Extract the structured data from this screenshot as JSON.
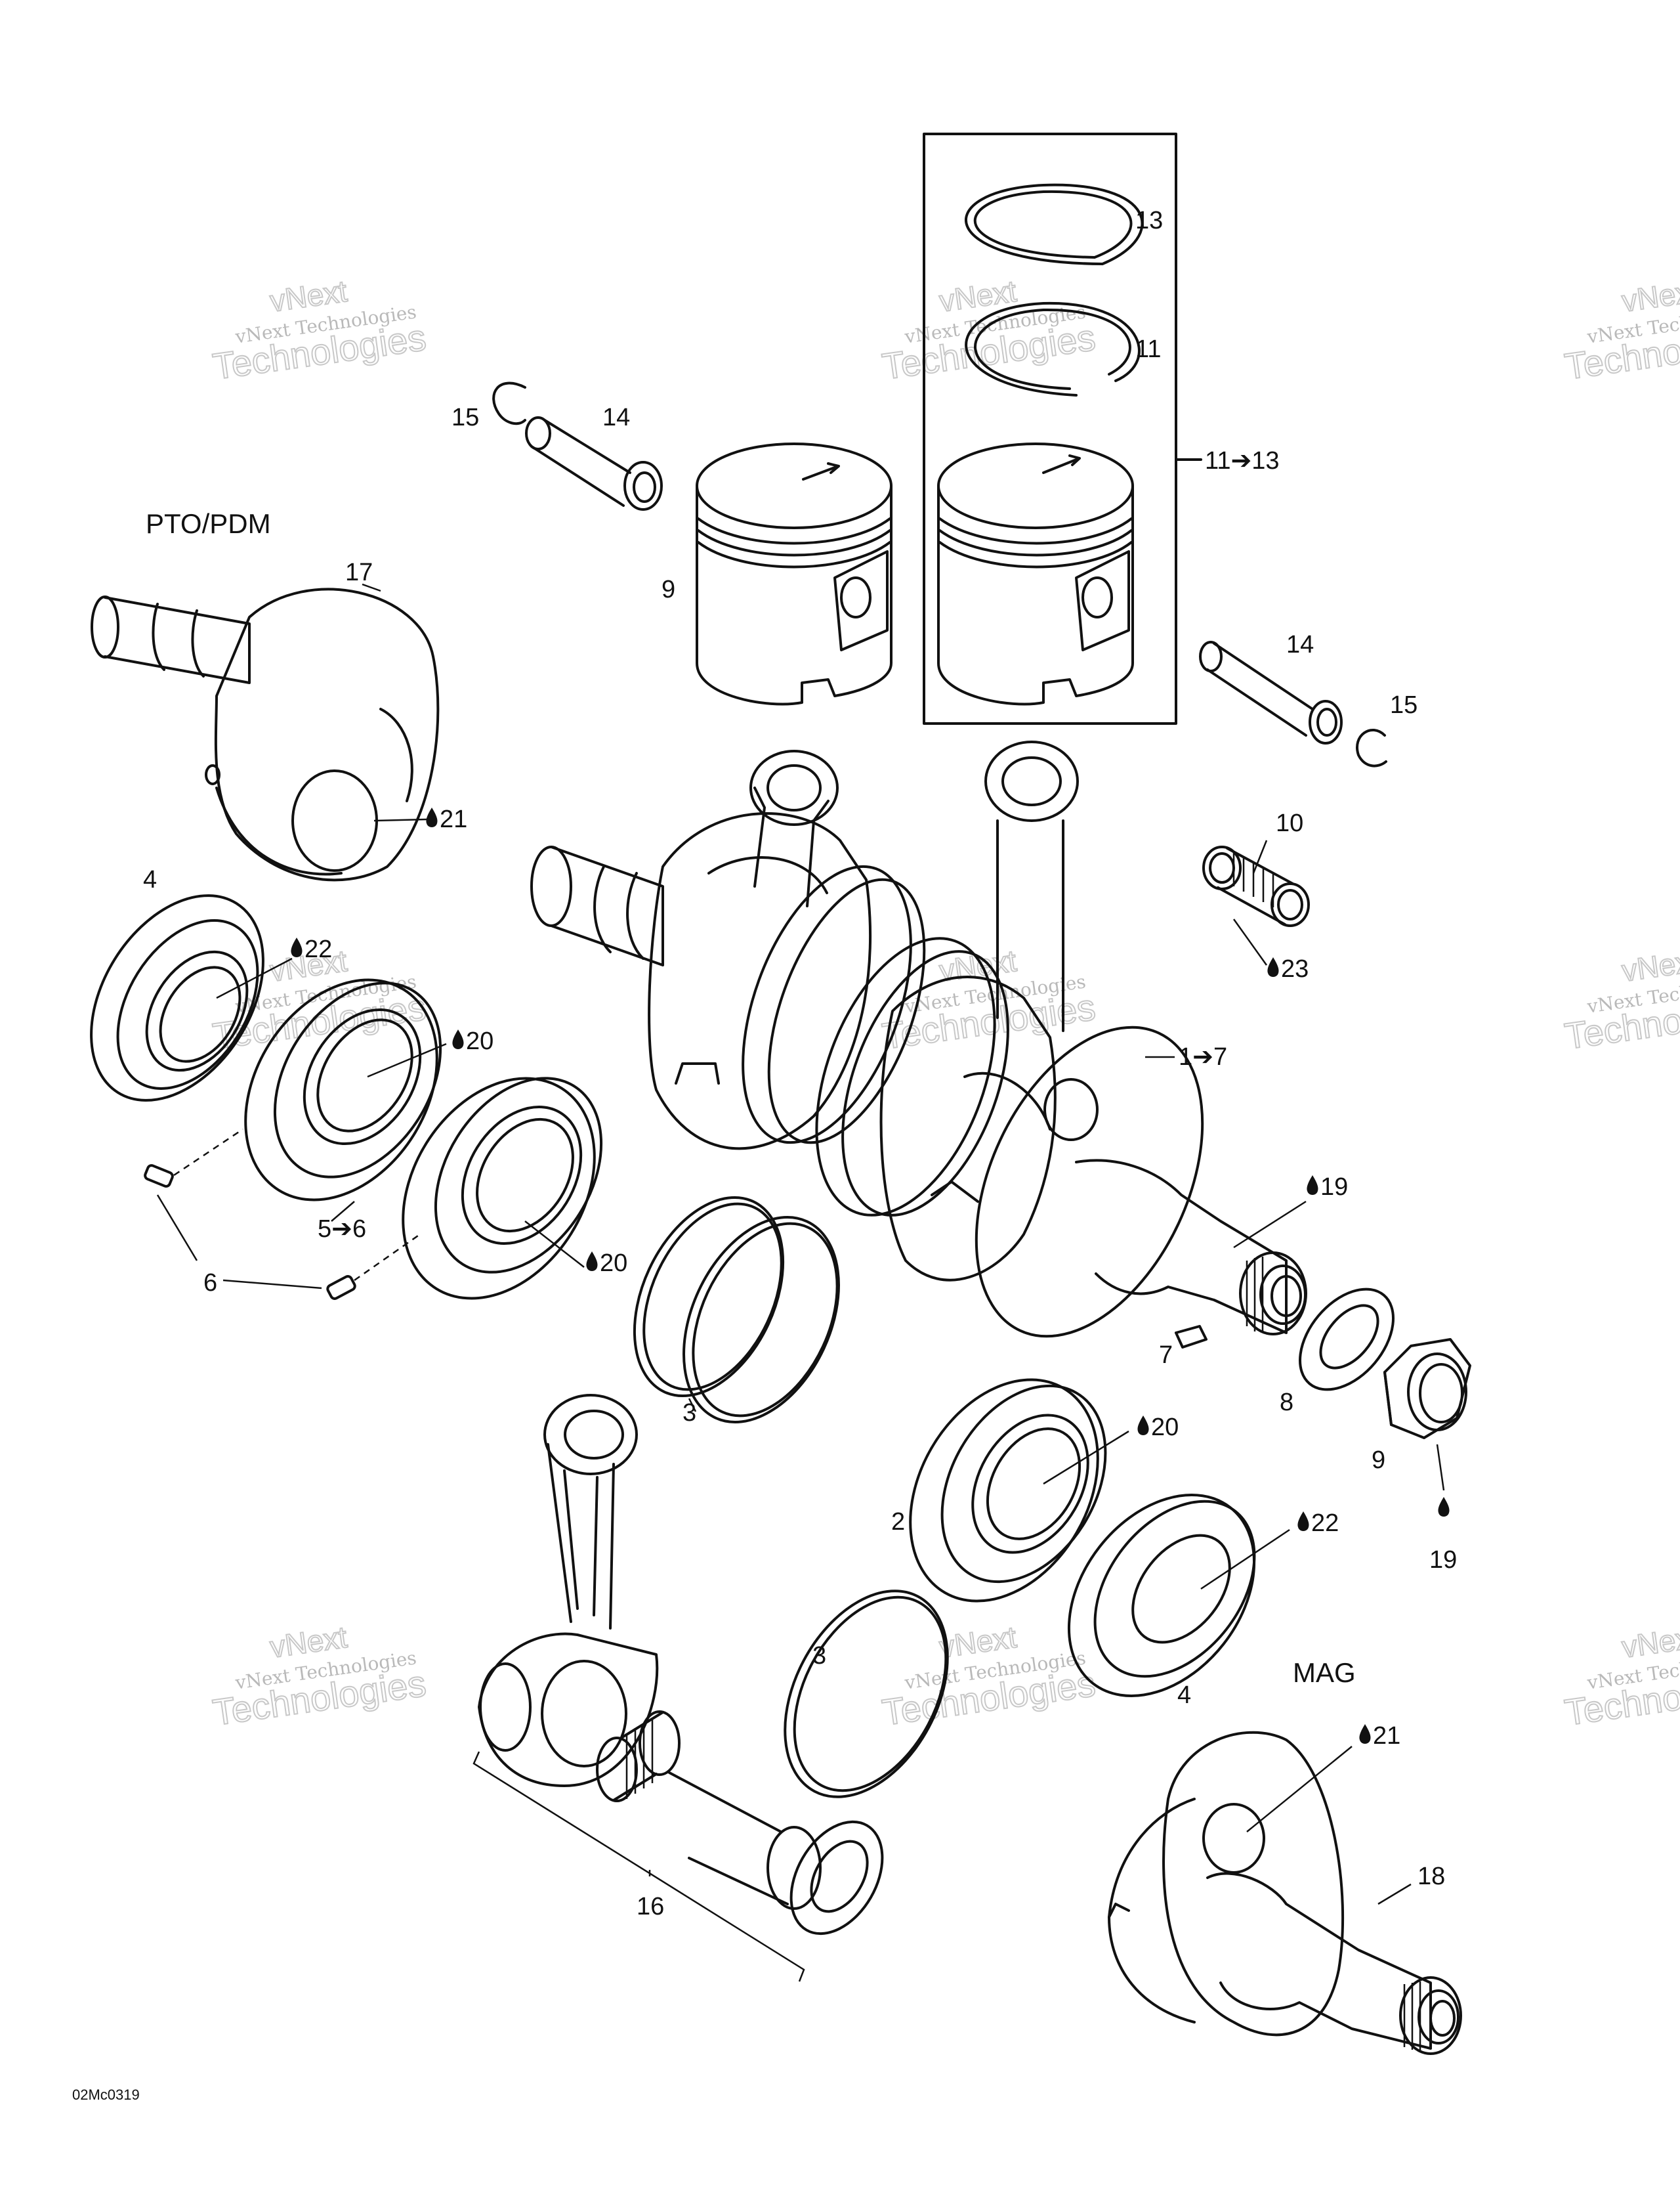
{
  "sections": {
    "pto": "PTO/PDM",
    "mag": "MAG"
  },
  "callouts": {
    "c13": "13",
    "c11": "11",
    "c11_13": "11➔13",
    "c15a": "15",
    "c14a": "14",
    "c9a": "9",
    "c17": "17",
    "c21a": "21",
    "c14b": "14",
    "c15b": "15",
    "c10": "10",
    "c23": "23",
    "c4a": "4",
    "c22a": "22",
    "c20a": "20",
    "c1_7": "1➔7",
    "c5_6": "5➔6",
    "c6": "6",
    "c20b": "20",
    "c19a": "19",
    "c3a": "3",
    "c7": "7",
    "c8": "8",
    "c9b": "9",
    "c20c": "20",
    "c2": "2",
    "c22b": "22",
    "c19b": "19",
    "c3b": "3",
    "c4b": "4",
    "c21b": "21",
    "c18": "18",
    "c16": "16"
  },
  "figure_code": "02Mc0319",
  "watermark": {
    "line1": "vNext",
    "line2": "vNext Technologies",
    "line3": "Technologies"
  }
}
